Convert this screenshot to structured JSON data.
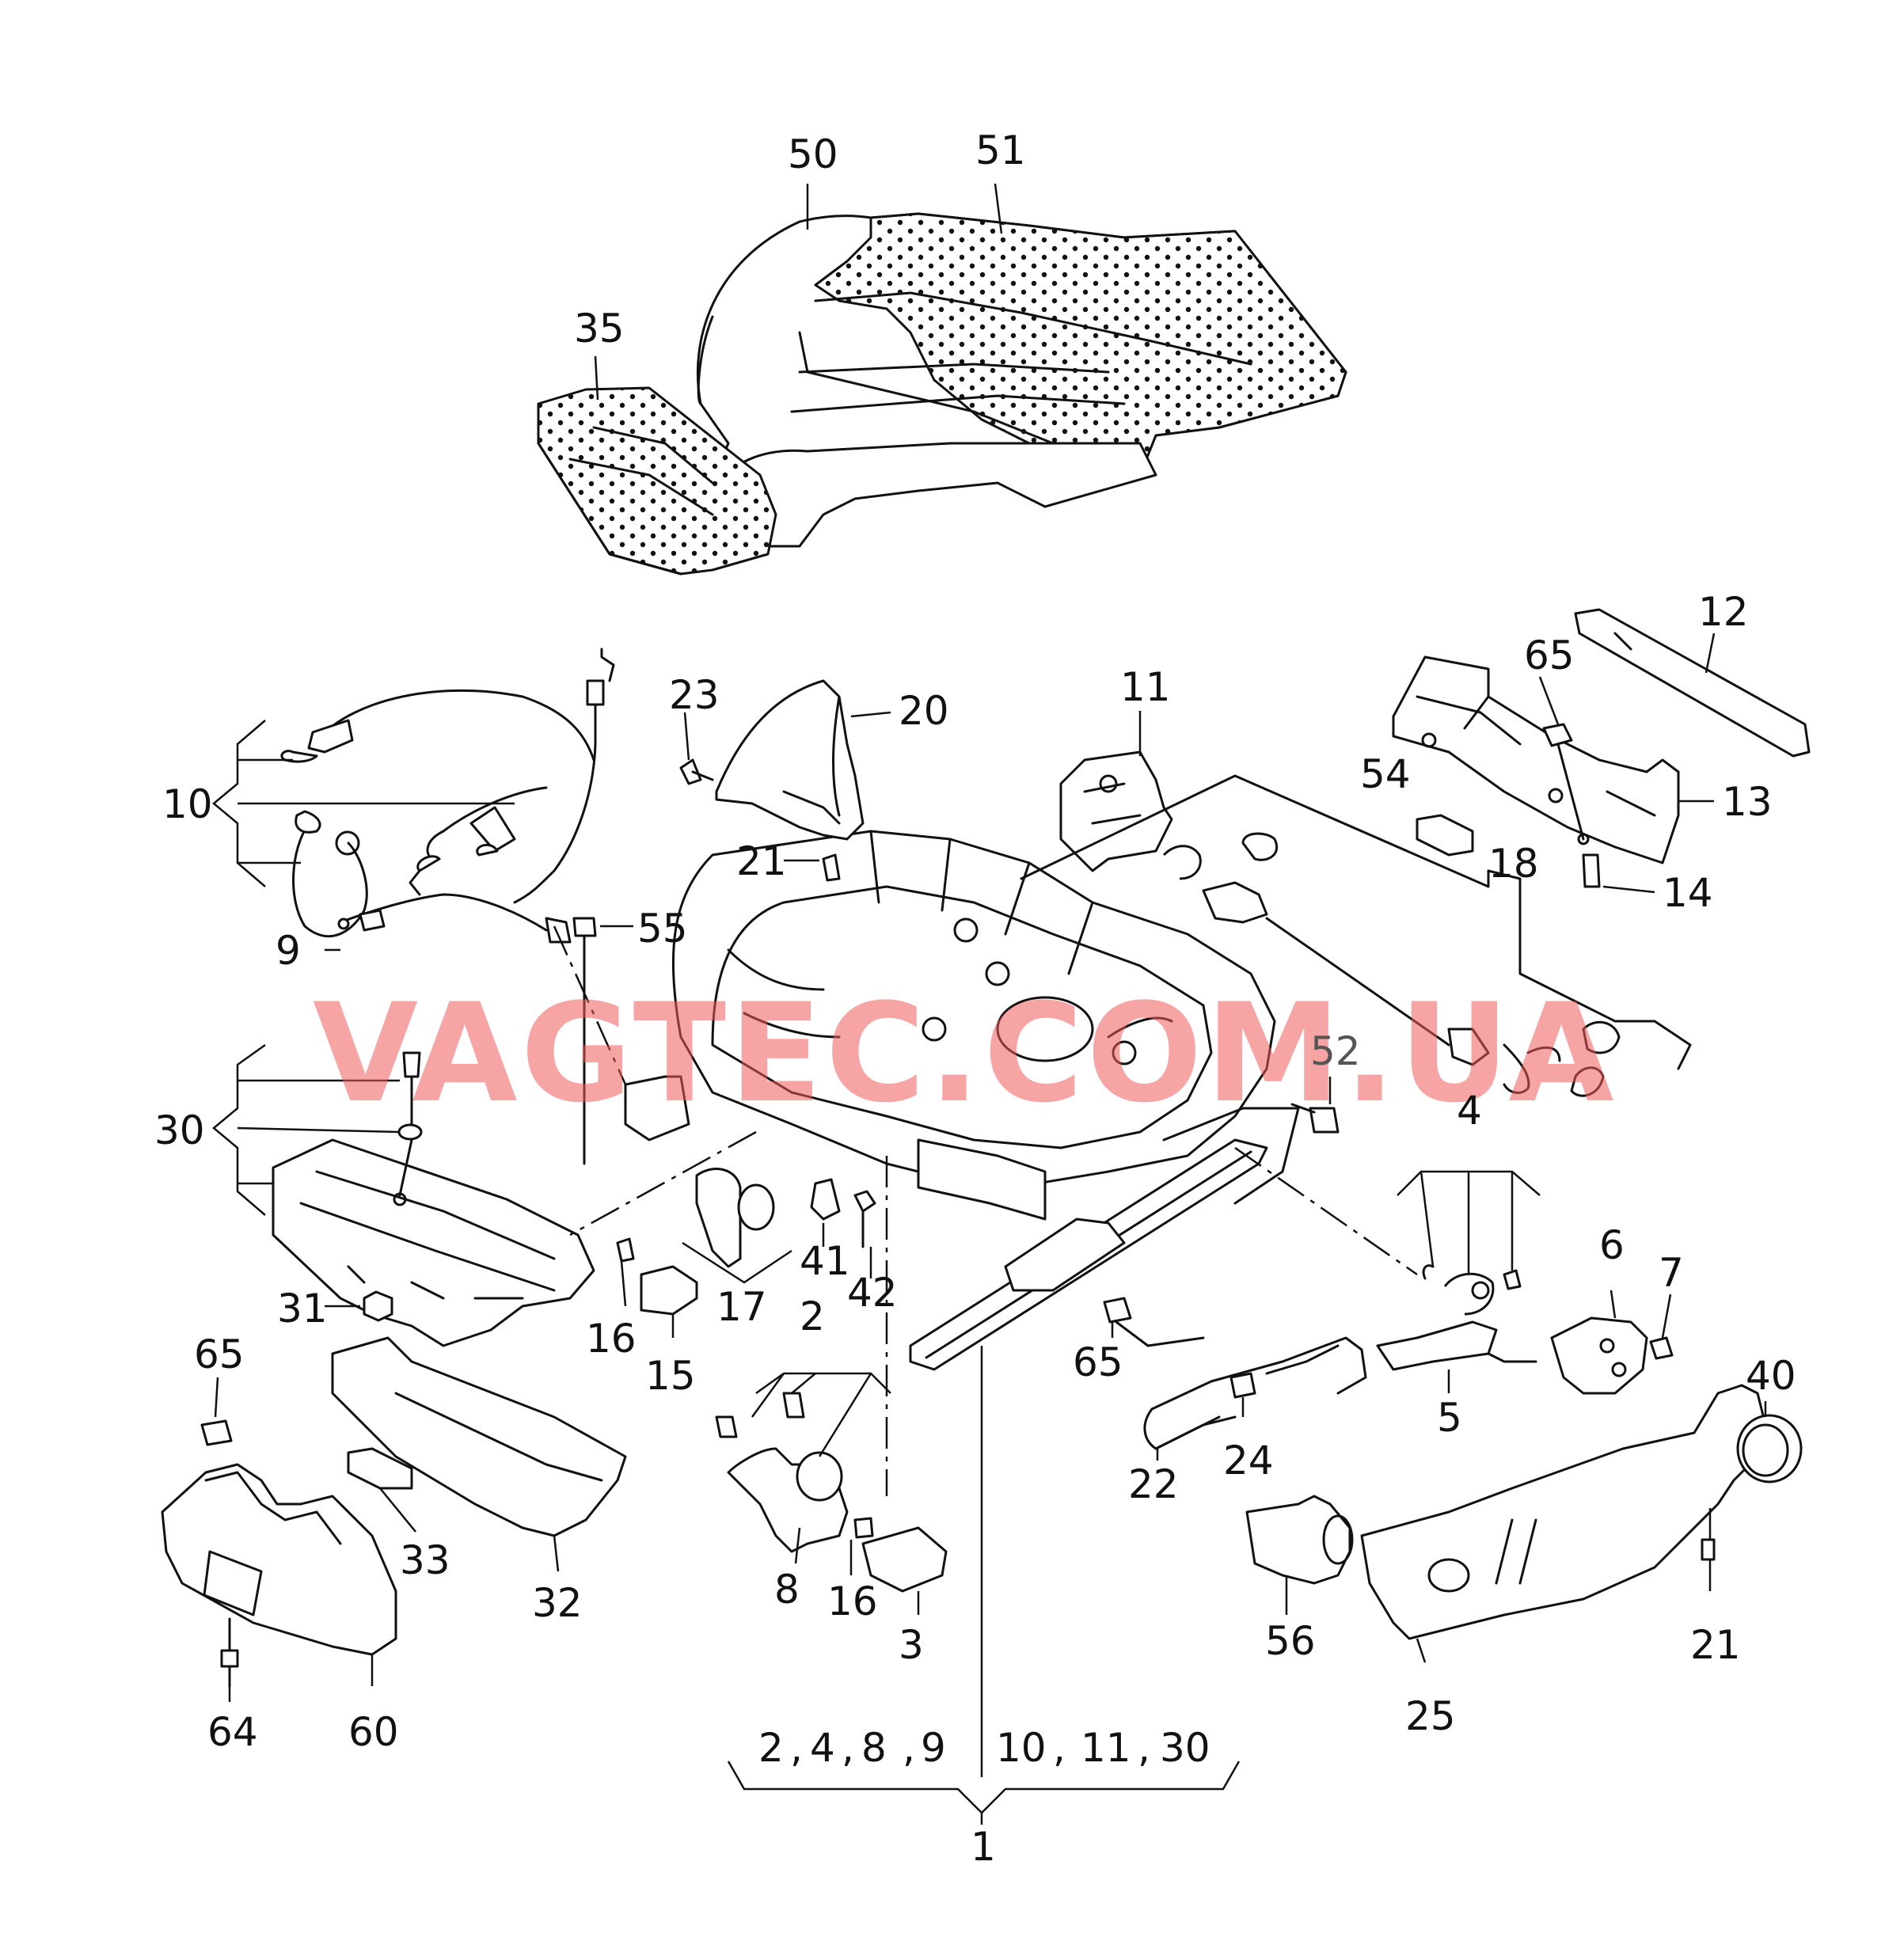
{
  "watermark": "VAGTEC.COM.UA",
  "colors": {
    "line": "#111111",
    "watermark": "#f05a5a",
    "background": "#ffffff"
  },
  "callouts": {
    "c1": "1",
    "c2a": "2",
    "c3": "3",
    "c4": "4",
    "c5": "5",
    "c6": "6",
    "c7": "7",
    "c8": "8",
    "c9": "9",
    "c10": "10",
    "c11": "11",
    "c12": "12",
    "c13": "13",
    "c14": "14",
    "c15": "15",
    "c16a": "16",
    "c16b": "16",
    "c17": "17",
    "c18": "18",
    "c20": "20",
    "c21a": "21",
    "c21b": "21",
    "c22": "22",
    "c23": "23",
    "c24": "24",
    "c25": "25",
    "c30": "30",
    "c31": "31",
    "c32": "32",
    "c33": "33",
    "c35": "35",
    "c40": "40",
    "c41": "41",
    "c42": "42",
    "c50": "50",
    "c51": "51",
    "c52": "52",
    "c54": "54",
    "c55": "55",
    "c56": "56",
    "c60": "60",
    "c64": "64",
    "c65a": "65",
    "c65b": "65",
    "c65c": "65"
  },
  "groups": {
    "left": [
      "2",
      ",",
      "4",
      ",",
      "8",
      ",",
      "9"
    ],
    "right": [
      "10",
      ",",
      "11",
      ",",
      "30"
    ]
  }
}
